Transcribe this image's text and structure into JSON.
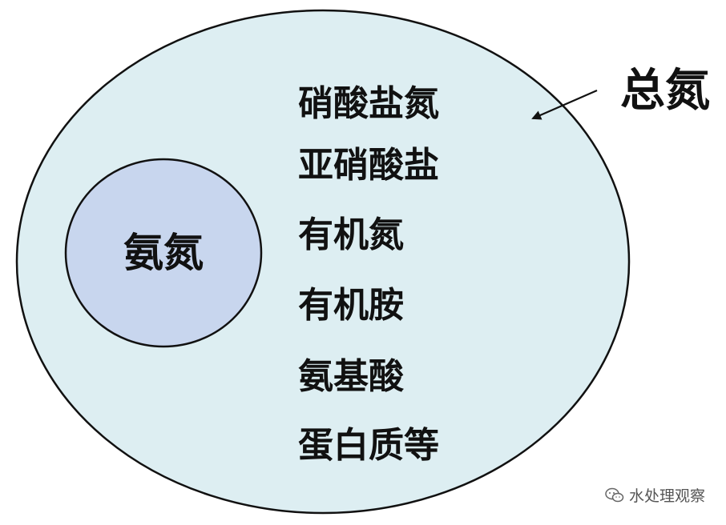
{
  "diagram": {
    "outer_label": "总氮",
    "inner_label": "氨氮",
    "items": [
      "硝酸盐氮",
      "亚硝酸盐",
      "有机氮",
      "有机胺",
      "氨基酸",
      "蛋白质等"
    ]
  },
  "colors": {
    "outer_fill": "#ddeef2",
    "inner_fill": "#c8d6ee",
    "stroke": "#111111"
  },
  "watermark": {
    "icon": "wechat-icon",
    "text": "水处理观察"
  }
}
